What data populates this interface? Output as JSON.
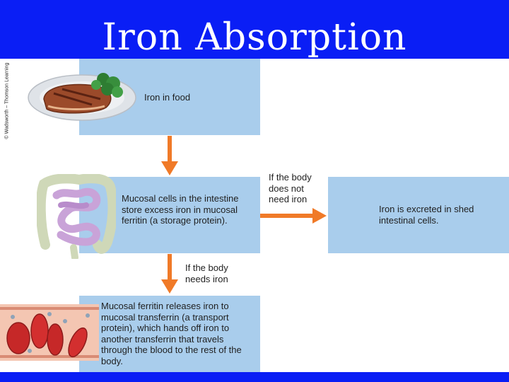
{
  "slide": {
    "title": "Iron Absorption",
    "credit": "© Wadsworth – Thomson Learning"
  },
  "diagram": {
    "steps": {
      "food": "Iron in food",
      "mucosal_cells": "Mucosal cells in the intestine store excess iron in mucosal ferritin (a storage protein).",
      "excreted": "Iron is excreted in shed intestinal cells.",
      "ferritin_release": "Mucosal ferritin releases iron to mucosal transferrin (a transport protein), which hands off iron to another transferrin that travels through the blood to the rest of the body."
    },
    "conditions": {
      "not_needed": "If the body does not need iron",
      "needed": "If the body needs iron"
    }
  },
  "colors": {
    "title_bar": "#0a1ef5",
    "box": "#a9cdec",
    "arrow": "#f07a28"
  }
}
